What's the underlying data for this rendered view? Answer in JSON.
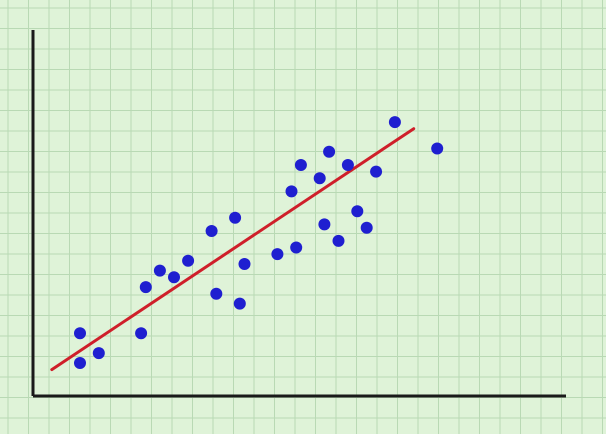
{
  "chart_data": {
    "type": "scatter",
    "title": "",
    "xlabel": "",
    "ylabel": "",
    "grid": true,
    "x_ticks": "none",
    "y_ticks": "none",
    "xlim": [
      0,
      10
    ],
    "ylim": [
      0,
      10
    ],
    "series": [
      {
        "points": [
          {
            "x": 1.0,
            "y": 1.9
          },
          {
            "x": 1.0,
            "y": 1.0
          },
          {
            "x": 1.4,
            "y": 1.3
          },
          {
            "x": 2.3,
            "y": 1.9
          },
          {
            "x": 2.4,
            "y": 3.3
          },
          {
            "x": 2.7,
            "y": 3.8
          },
          {
            "x": 3.0,
            "y": 3.6
          },
          {
            "x": 3.3,
            "y": 4.1
          },
          {
            "x": 3.8,
            "y": 5.0
          },
          {
            "x": 3.9,
            "y": 3.1
          },
          {
            "x": 4.3,
            "y": 5.4
          },
          {
            "x": 4.4,
            "y": 2.8
          },
          {
            "x": 4.5,
            "y": 4.0
          },
          {
            "x": 5.2,
            "y": 4.3
          },
          {
            "x": 5.5,
            "y": 6.2
          },
          {
            "x": 5.6,
            "y": 4.5
          },
          {
            "x": 5.7,
            "y": 7.0
          },
          {
            "x": 6.1,
            "y": 6.6
          },
          {
            "x": 6.2,
            "y": 5.2
          },
          {
            "x": 6.3,
            "y": 7.4
          },
          {
            "x": 6.5,
            "y": 4.7
          },
          {
            "x": 6.7,
            "y": 7.0
          },
          {
            "x": 6.9,
            "y": 5.6
          },
          {
            "x": 7.1,
            "y": 5.1
          },
          {
            "x": 7.3,
            "y": 6.8
          },
          {
            "x": 7.7,
            "y": 8.3
          },
          {
            "x": 8.6,
            "y": 7.5
          }
        ]
      }
    ],
    "trend_line": {
      "x": [
        0.4,
        8.1
      ],
      "y": [
        0.8,
        8.1
      ]
    },
    "colors": {
      "background": "#dff3d8",
      "grid": "#b9d9b4",
      "axis": "#1a1a1a",
      "points": "#1f1fd0",
      "trend_line": "#cf1f2a"
    }
  }
}
